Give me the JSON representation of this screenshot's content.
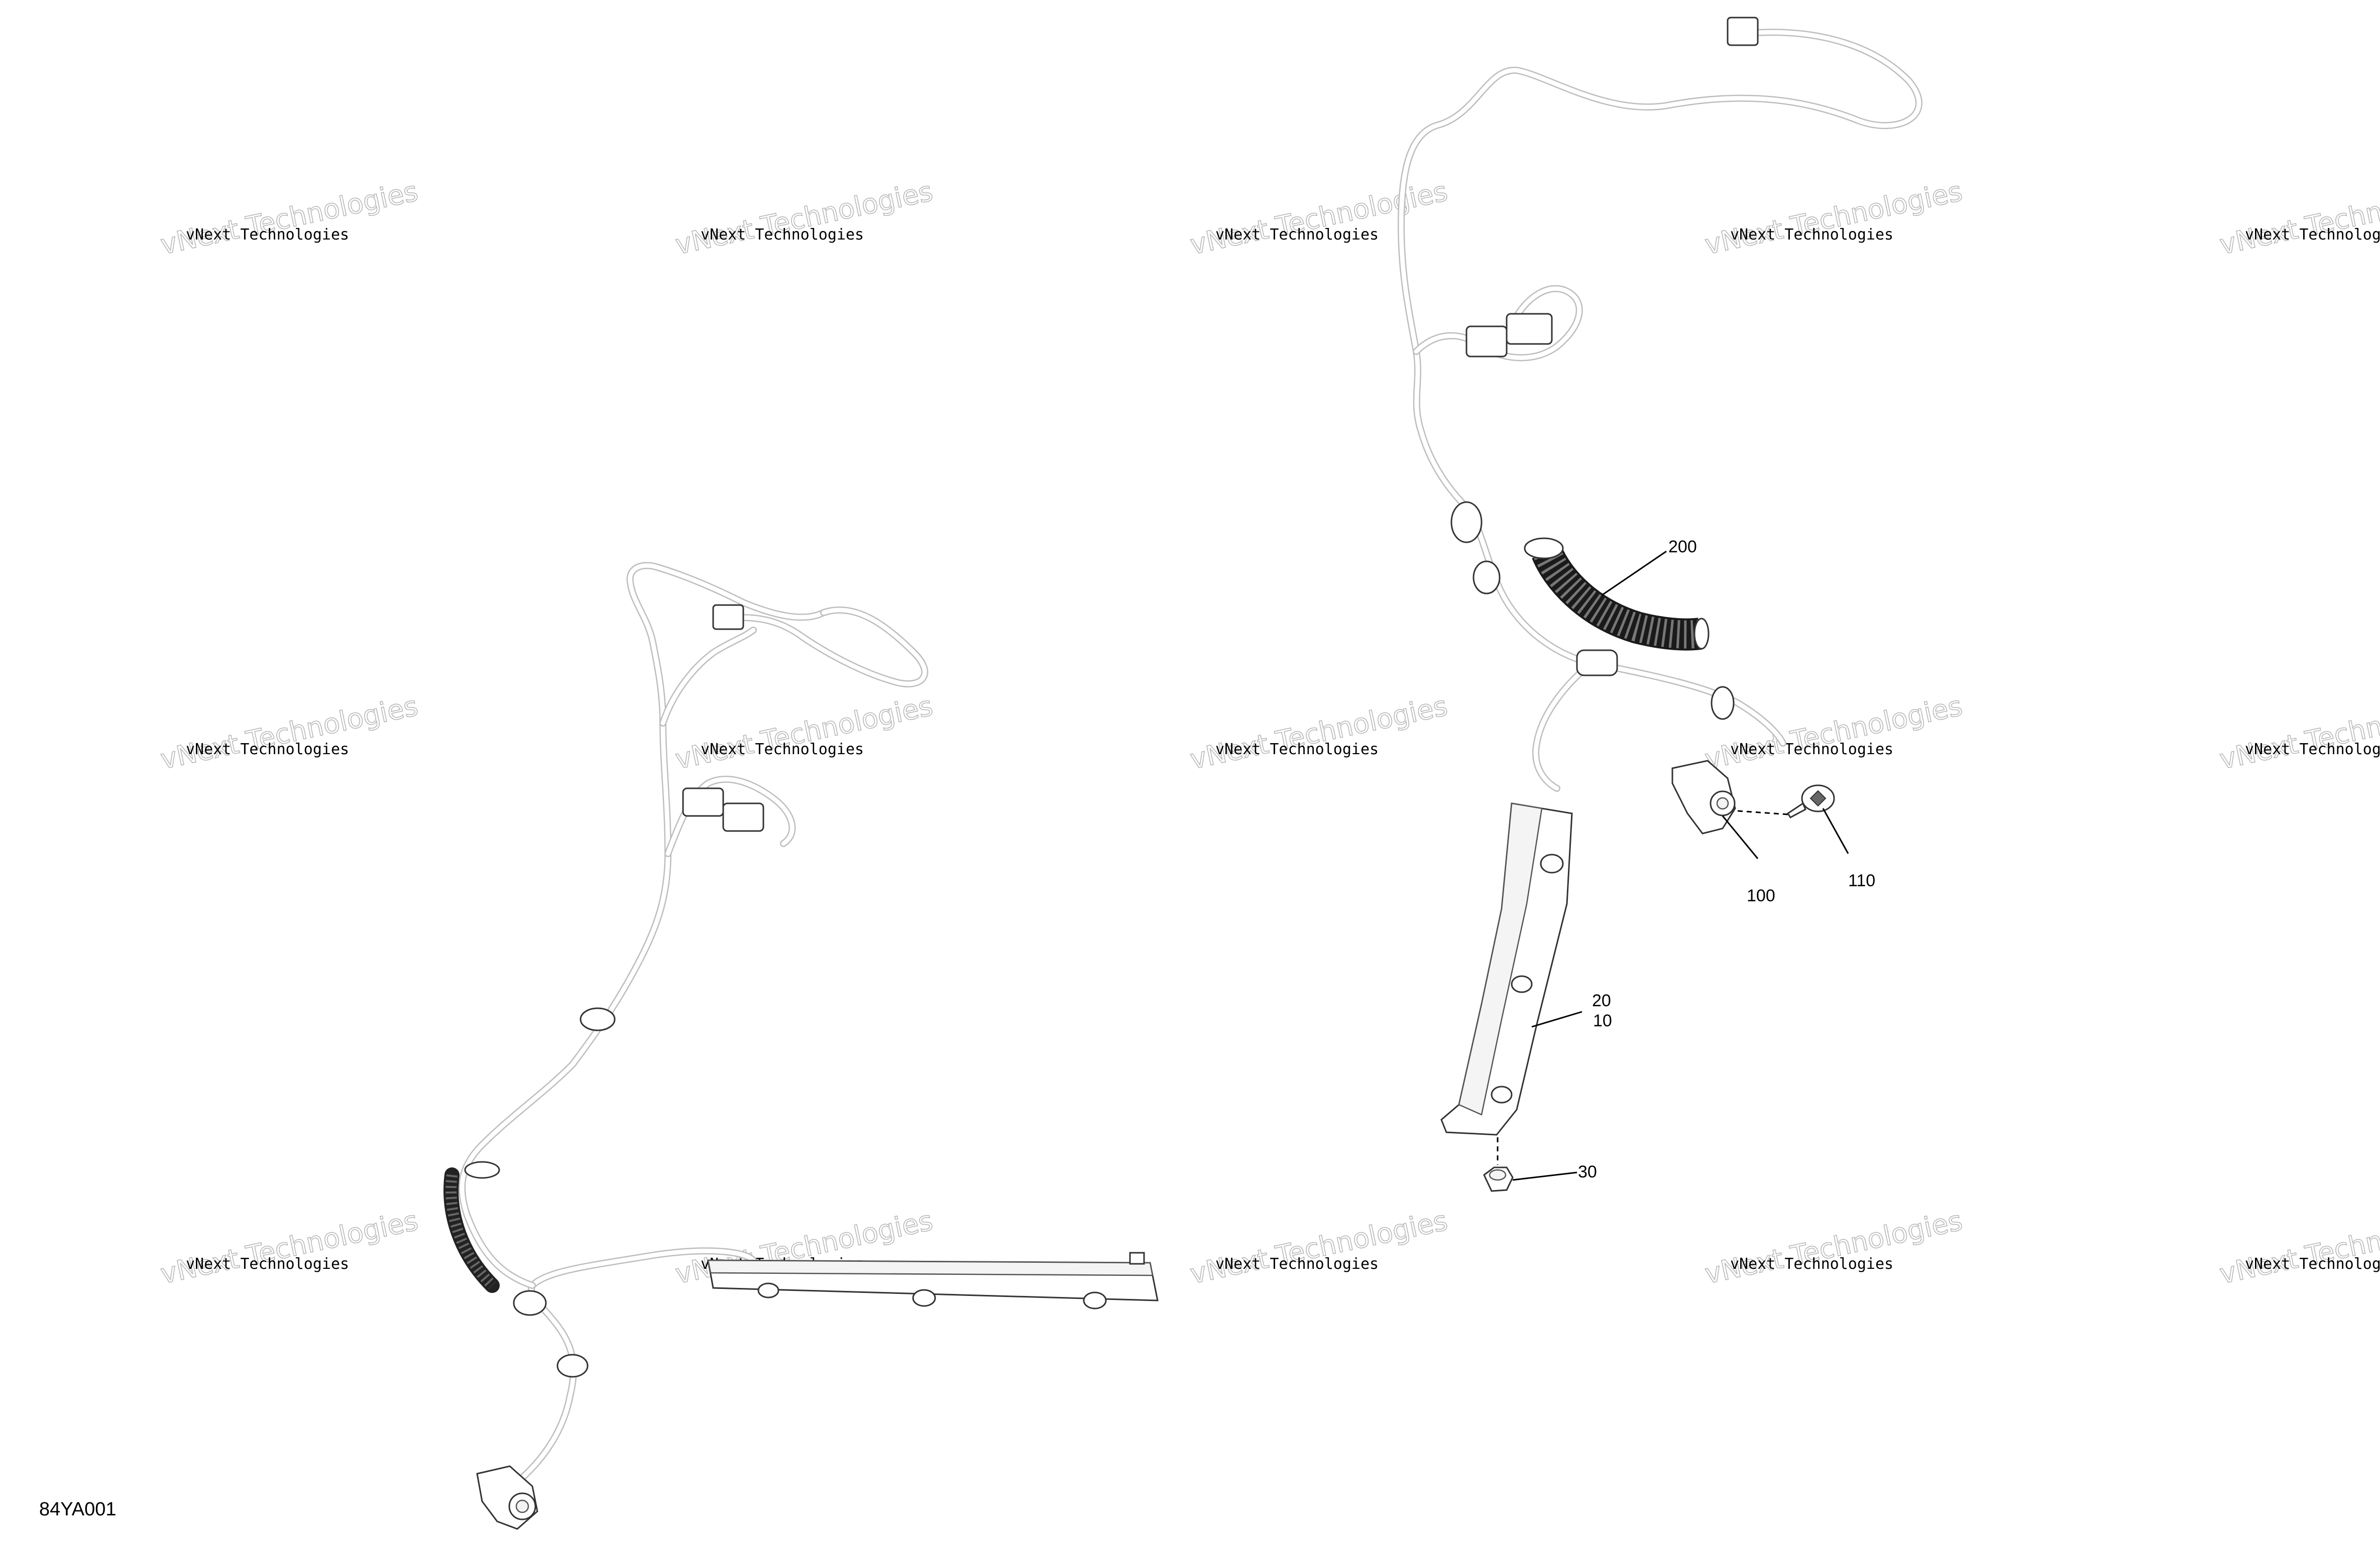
{
  "diagram": {
    "reference_code": "84YA001",
    "watermark": {
      "line1": "vNext Technologies",
      "line2": "vNext Technologies"
    },
    "callouts": [
      {
        "id": "c200",
        "label": "200"
      },
      {
        "id": "c100",
        "label": "100"
      },
      {
        "id": "c110",
        "label": "110"
      },
      {
        "id": "c20",
        "label": "20"
      },
      {
        "id": "c10",
        "label": "10"
      },
      {
        "id": "c30",
        "label": "30"
      }
    ]
  }
}
